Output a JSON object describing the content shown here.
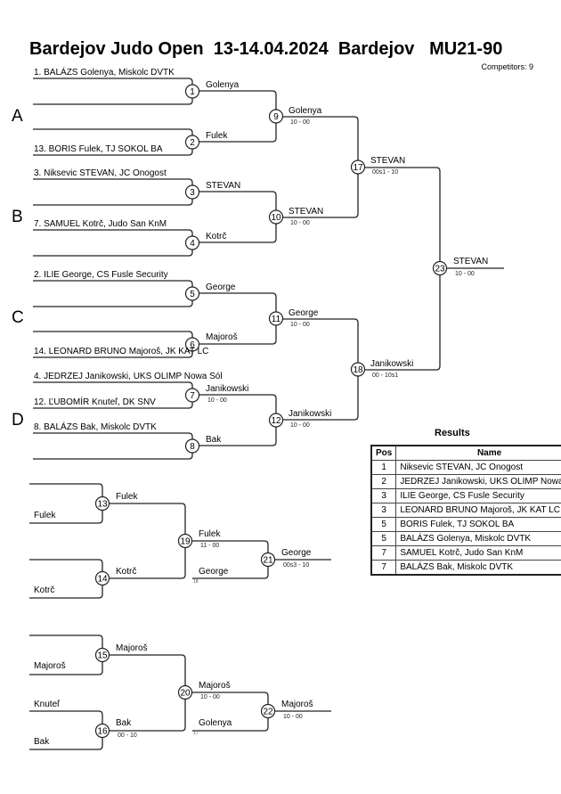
{
  "header": {
    "title": "Bardejov Judo Open  13-14.04.2024  Bardejov   MU21-90",
    "competitors": "Competitors: 9"
  },
  "pools": [
    "A",
    "B",
    "C",
    "D"
  ],
  "entries": [
    "1. BALÁZS Golenya, Miskolc DVTK",
    "13. BORIS Fulek, TJ SOKOL BA",
    "3. Niksevic STEVAN, JC Onogost",
    "7. SAMUEL Kotrč, Judo San KnM",
    "2. ILIE George, CS Fusle Security",
    "14. LEONARD BRUNO Majoroš, JK KAT LC",
    "4. JEDRZEJ Janikowski, UKS OLIMP Nowa Sól",
    "12. ĽUBOMÍR Knuteľ, DK SNV",
    "8. BALÁZS Bak, Miskolc DVTK"
  ],
  "matches": {
    "m1": {
      "num": "1",
      "winner": "Golenya",
      "score": ""
    },
    "m2": {
      "num": "2",
      "winner": "Fulek",
      "score": ""
    },
    "m3": {
      "num": "3",
      "winner": "STEVAN",
      "score": ""
    },
    "m4": {
      "num": "4",
      "winner": "Kotrč",
      "score": ""
    },
    "m5": {
      "num": "5",
      "winner": "George",
      "score": ""
    },
    "m6": {
      "num": "6",
      "winner": "Majoroš",
      "score": ""
    },
    "m7": {
      "num": "7",
      "winner": "Janikowski",
      "score": "10 - 00"
    },
    "m8": {
      "num": "8",
      "winner": "Bak",
      "score": ""
    },
    "m9": {
      "num": "9",
      "winner": "Golenya",
      "score": "10 - 00"
    },
    "m10": {
      "num": "10",
      "winner": "STEVAN",
      "score": "10 - 00"
    },
    "m11": {
      "num": "11",
      "winner": "George",
      "score": "10 - 00"
    },
    "m12": {
      "num": "12",
      "winner": "Janikowski",
      "score": "10 - 00"
    },
    "m17": {
      "num": "17",
      "winner": "STEVAN",
      "score": "00s1 - 10"
    },
    "m18": {
      "num": "18",
      "winner": "Janikowski",
      "score": "00 - 10s1"
    },
    "m23": {
      "num": "23",
      "winner": "STEVAN",
      "score": "10 - 00"
    },
    "m13": {
      "num": "13",
      "winner": "Fulek",
      "score": ""
    },
    "m14": {
      "num": "14",
      "winner": "Kotrč",
      "score": ""
    },
    "m19": {
      "num": "19",
      "winner": "Fulek",
      "score": "11 - 00"
    },
    "m21": {
      "num": "21",
      "winner": "George",
      "score": "00s3 - 10"
    },
    "m15": {
      "num": "15",
      "winner": "Majoroš",
      "score": ""
    },
    "m16": {
      "num": "16",
      "winner": "Bak",
      "score": "00 - 10"
    },
    "m20": {
      "num": "20",
      "winner": "Majoroš",
      "score": "10 - 00"
    },
    "m22": {
      "num": "22",
      "winner": "Majoroš",
      "score": "10 - 00"
    }
  },
  "repechage": {
    "r13_bottom": "Fulek",
    "r14_bottom": "Kotrč",
    "r21_from": "George",
    "r21_from_ref": "18",
    "r15_bottom": "Majoroš",
    "r16_top": "Knuteľ",
    "r16_bottom": "Bak",
    "r22_from": "Golenya",
    "r22_from_ref": "17"
  },
  "results": {
    "title": "Results",
    "headers": [
      "Pos",
      "Name"
    ],
    "rows": [
      {
        "pos": "1",
        "name": "Niksevic STEVAN, JC Onogost"
      },
      {
        "pos": "2",
        "name": "JEDRZEJ Janikowski, UKS OLIMP Nowa Sól"
      },
      {
        "pos": "3",
        "name": "ILIE George, CS Fusle Security"
      },
      {
        "pos": "3",
        "name": "LEONARD BRUNO Majoroš, JK KAT LC"
      },
      {
        "pos": "5",
        "name": "BORIS Fulek, TJ SOKOL BA"
      },
      {
        "pos": "5",
        "name": "BALÁZS Golenya, Miskolc DVTK"
      },
      {
        "pos": "7",
        "name": "SAMUEL Kotrč, Judo San KnM"
      },
      {
        "pos": "7",
        "name": "BALÁZS Bak, Miskolc DVTK"
      }
    ]
  }
}
